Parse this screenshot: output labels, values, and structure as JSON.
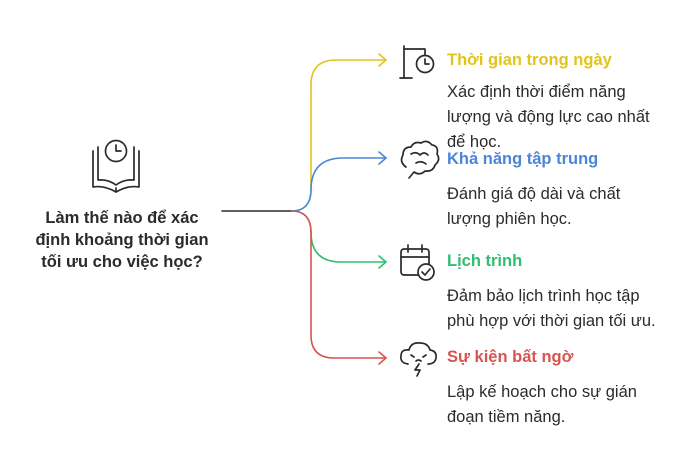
{
  "central": {
    "lines": [
      "Làm thế nào để xác",
      "định khoảng thời gian",
      "tối ưu cho việc học?"
    ],
    "icon": "book-clock-icon"
  },
  "branches": [
    {
      "title": "Thời gian trong ngày",
      "desc": [
        "Xác định thời điểm năng",
        "lượng và động lực cao nhất",
        "để học."
      ],
      "color": "#e2c41b",
      "icon": "signpost-clock-icon"
    },
    {
      "title": "Khả năng tập trung",
      "desc": [
        "Đánh giá độ dài và chất",
        "lượng phiên học."
      ],
      "color": "#4a86d8",
      "icon": "brain-icon"
    },
    {
      "title": "Lịch trình",
      "desc": [
        "Đảm bảo lịch trình học tập",
        "phù hợp với thời gian tối ưu."
      ],
      "color": "#2fbf71",
      "icon": "calendar-check-icon"
    },
    {
      "title": "Sự kiện bất ngờ",
      "desc": [
        "Lập kế hoạch cho sự gián",
        "đoạn tiềm năng."
      ],
      "color": "#d9534f",
      "icon": "storm-cloud-icon"
    }
  ],
  "colors": {
    "text": "#2b2b2b",
    "stem": "#2b2b2b"
  }
}
